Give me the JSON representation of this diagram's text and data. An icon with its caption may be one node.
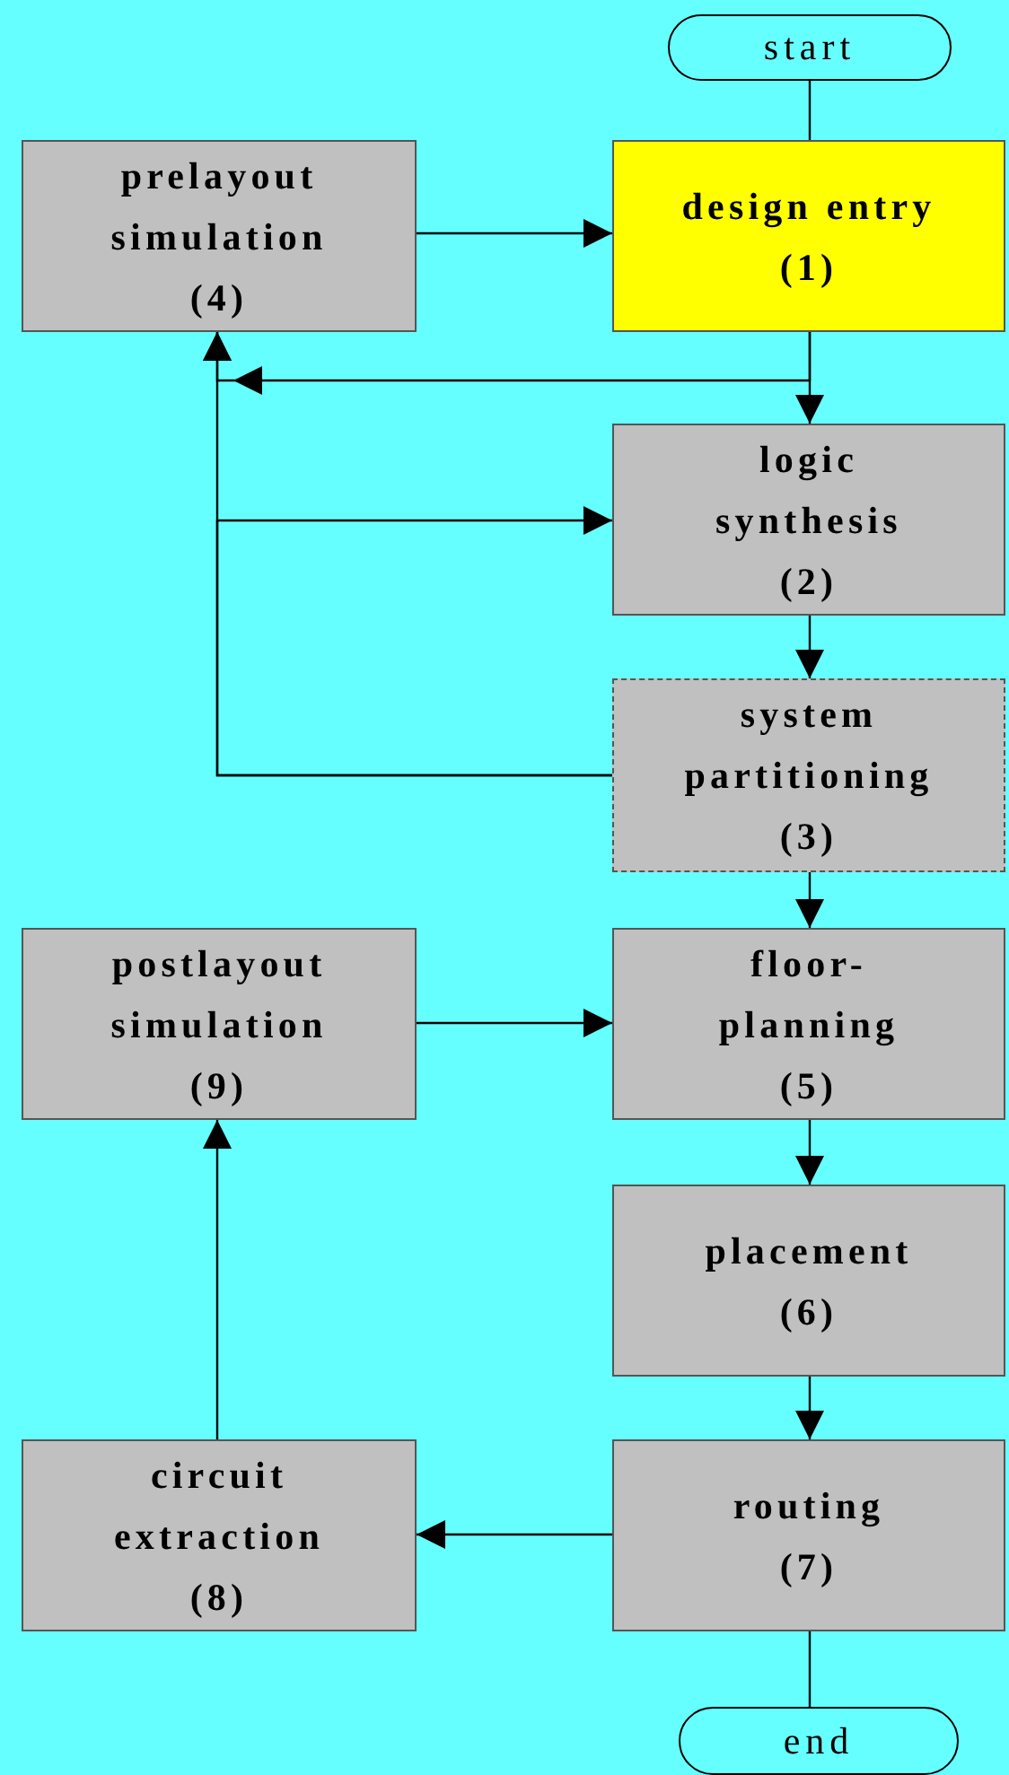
{
  "diagram": {
    "nodes": [
      {
        "text": [
          "start"
        ]
      },
      {
        "text": [
          "design entry",
          "(1)"
        ]
      },
      {
        "text": [
          "prelayout simulation",
          "(4)"
        ]
      },
      {
        "text": [
          "logic synthesis",
          "(2)"
        ]
      },
      {
        "text": [
          "system partitioning",
          "(3)"
        ]
      },
      {
        "text": [
          "postlayout simulation",
          "(9)"
        ]
      },
      {
        "text": [
          "floor-planning",
          "(5)"
        ]
      },
      {
        "text": [
          "placement",
          "(6)"
        ]
      },
      {
        "text": [
          "circuit extraction",
          "(8)"
        ]
      },
      {
        "text": [
          "routing",
          "(7)"
        ]
      },
      {
        "text": [
          "end"
        ]
      }
    ],
    "edges": [
      {
        "from": 0,
        "to": 1,
        "arrow": "none"
      },
      {
        "from": 2,
        "to": 1,
        "arrow": "to"
      },
      {
        "from": 1,
        "to": 3,
        "arrow": "to"
      },
      {
        "from": 1,
        "to": 2,
        "arrow": "to"
      },
      {
        "from": 4,
        "to": 2,
        "arrow": "to"
      },
      {
        "from": 4,
        "to": 3,
        "arrow": "to"
      },
      {
        "from": 3,
        "to": 4,
        "arrow": "to"
      },
      {
        "from": 4,
        "to": 6,
        "arrow": "to"
      },
      {
        "from": 5,
        "to": 6,
        "arrow": "to"
      },
      {
        "from": 6,
        "to": 7,
        "arrow": "to"
      },
      {
        "from": 7,
        "to": 9,
        "arrow": "to"
      },
      {
        "from": 9,
        "to": 8,
        "arrow": "to"
      },
      {
        "from": 8,
        "to": 5,
        "arrow": "to"
      },
      {
        "from": 9,
        "to": 10,
        "arrow": "none"
      }
    ]
  }
}
